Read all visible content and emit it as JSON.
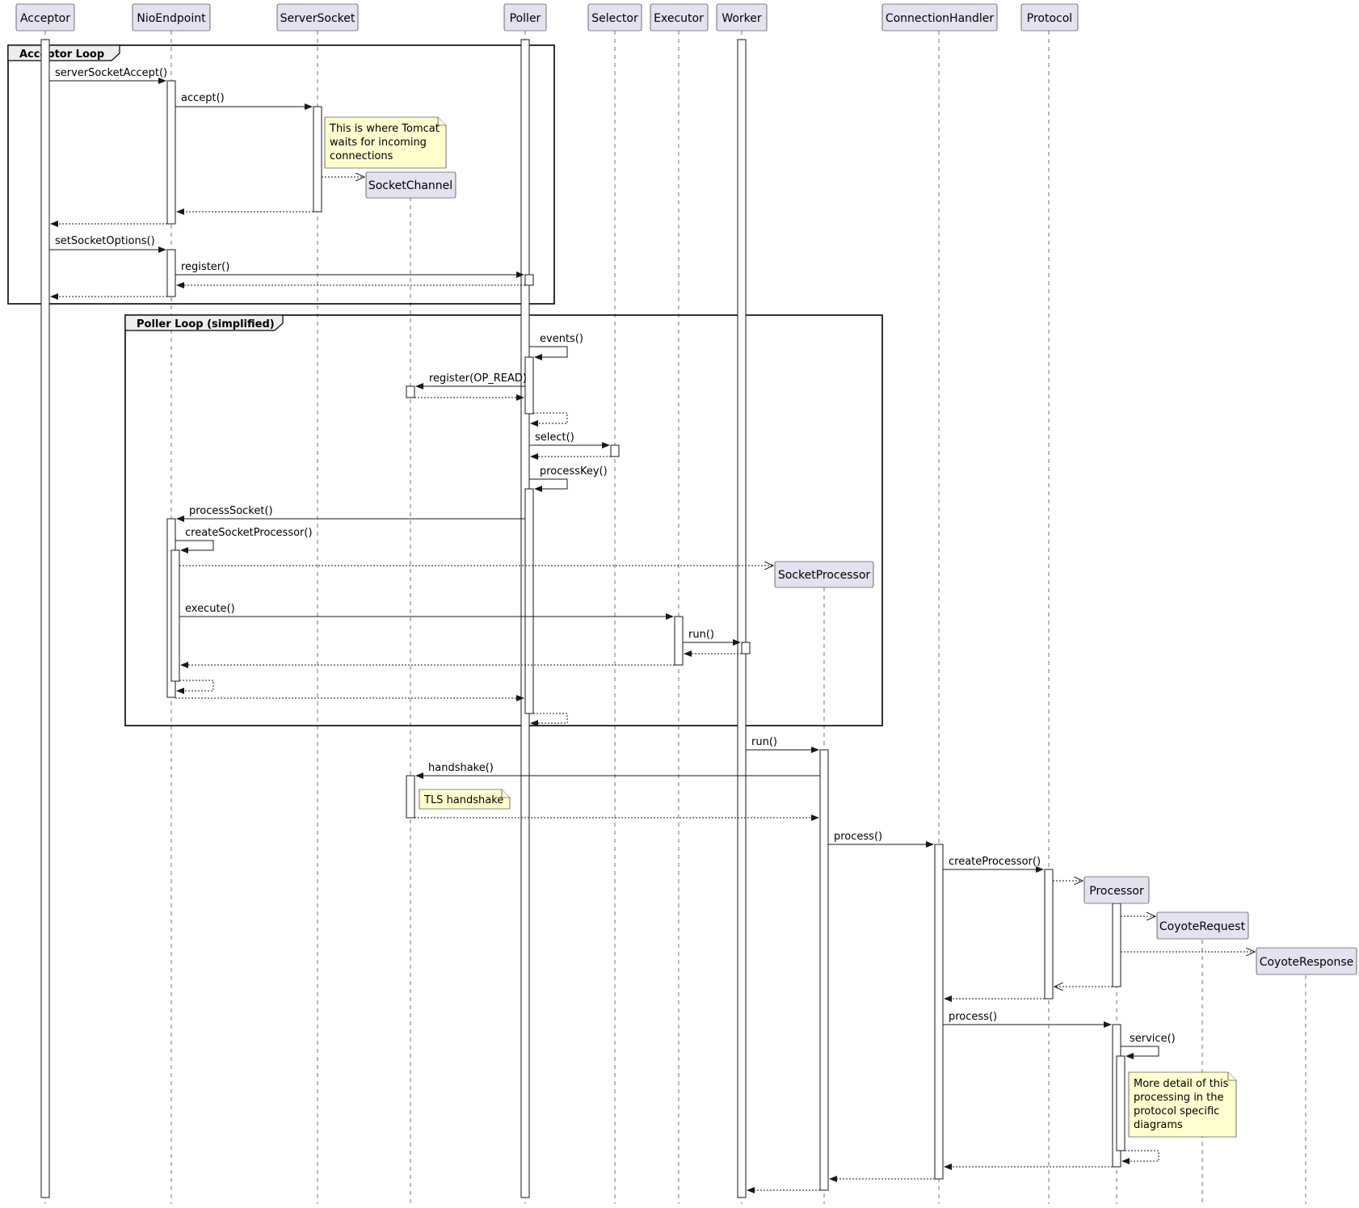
{
  "participants": [
    {
      "id": "acceptor",
      "label": "Acceptor"
    },
    {
      "id": "nioendpoint",
      "label": "NioEndpoint"
    },
    {
      "id": "serversocket",
      "label": "ServerSocket"
    },
    {
      "id": "poller",
      "label": "Poller"
    },
    {
      "id": "selector",
      "label": "Selector"
    },
    {
      "id": "executor",
      "label": "Executor"
    },
    {
      "id": "worker",
      "label": "Worker"
    },
    {
      "id": "connectionhandler",
      "label": "ConnectionHandler"
    },
    {
      "id": "protocol",
      "label": "Protocol"
    }
  ],
  "created_participants": [
    {
      "id": "socketchannel",
      "label": "SocketChannel"
    },
    {
      "id": "socketprocessor",
      "label": "SocketProcessor"
    },
    {
      "id": "processor",
      "label": "Processor"
    },
    {
      "id": "coyoterequest",
      "label": "CoyoteRequest"
    },
    {
      "id": "coyoteresponse",
      "label": "CoyoteResponse"
    }
  ],
  "frames": {
    "acceptor_loop": "Acceptor Loop",
    "poller_loop": "Poller Loop (simplified)"
  },
  "messages": {
    "serverSocketAccept": "serverSocketAccept()",
    "accept": "accept()",
    "setSocketOptions": "setSocketOptions()",
    "register": "register()",
    "events": "events()",
    "register_op_read": "register(OP_READ)",
    "select": "select()",
    "processKey": "processKey()",
    "processSocket": "processSocket()",
    "createSocketProcessor": "createSocketProcessor()",
    "execute": "execute()",
    "run_executor": "run()",
    "run_worker": "run()",
    "handshake": "handshake()",
    "process_handler": "process()",
    "createProcessor": "createProcessor()",
    "process_processor": "process()",
    "service": "service()"
  },
  "notes": {
    "tomcat_waits": [
      "This is where Tomcat",
      "waits for incoming",
      "connections"
    ],
    "tls": [
      "TLS handshake"
    ],
    "more_detail": [
      "More detail of this",
      "processing in the",
      "protocol specific",
      "diagrams"
    ]
  }
}
